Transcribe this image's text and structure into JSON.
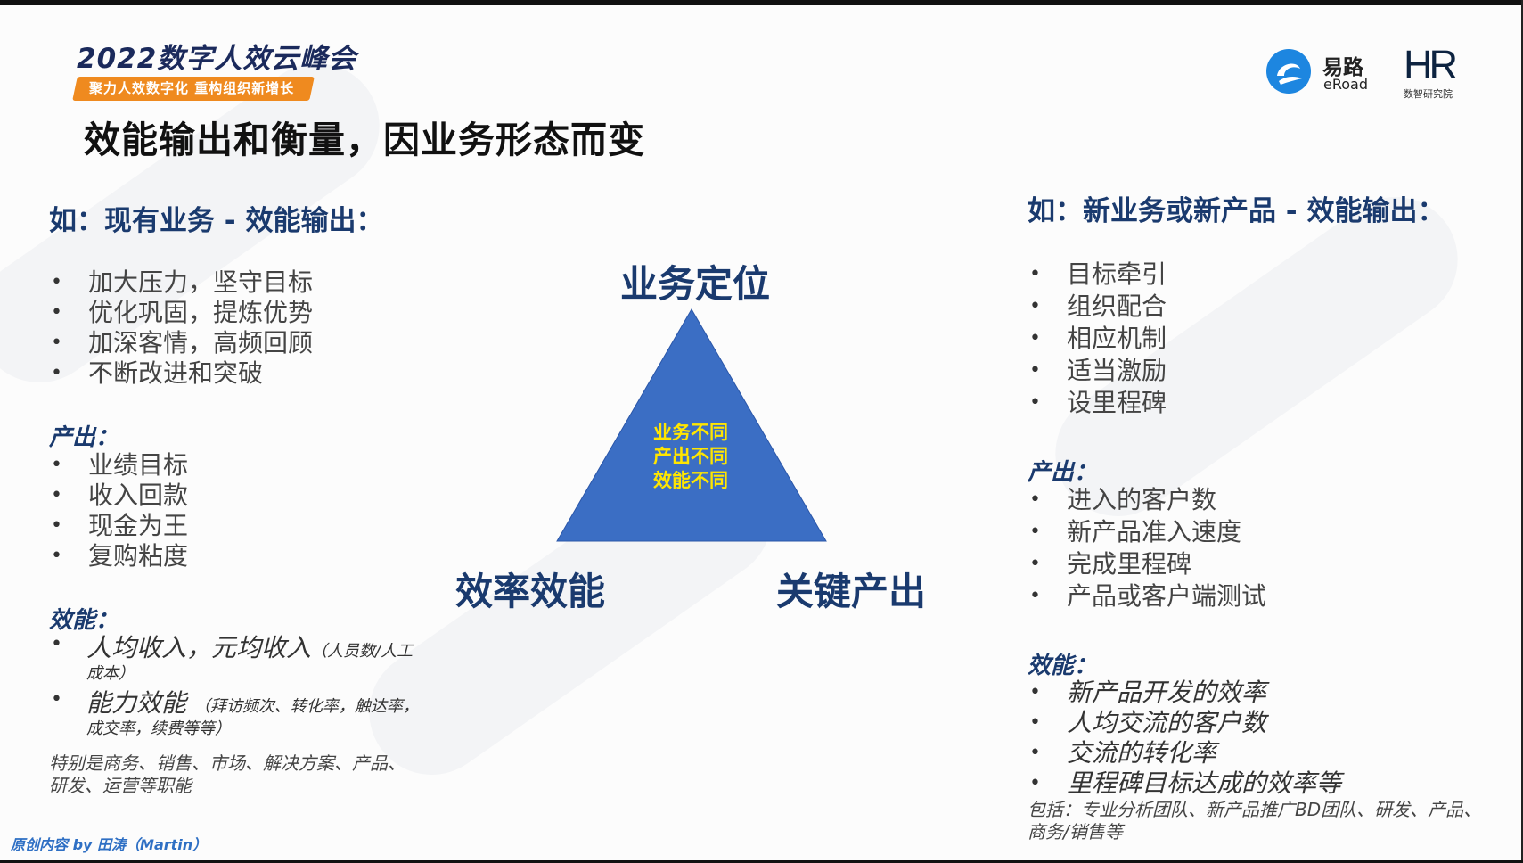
{
  "event": {
    "name": "2022数字人效云峰会",
    "tagline": "聚力人效数字化 重构组织新增长"
  },
  "title": "效能输出和衡量，因业务形态而变",
  "brand": {
    "eroad_cn": "易路",
    "eroad_en": "eRoad",
    "hr_mark": "HR",
    "hr_sub": "数智研究院"
  },
  "left": {
    "heading": "如：现有业务 - 效能输出：",
    "items": [
      "加大压力，坚守目标",
      "优化巩固，提炼优势",
      "加深客情，高频回顾",
      "不断改进和突破"
    ],
    "output_label": "产出：",
    "outputs": [
      "业绩目标",
      "收入回款",
      "现金为王",
      "复购粘度"
    ],
    "perf_label": "效能：",
    "perf": [
      {
        "main": "人均收入，元均收入",
        "note": "（人员数/人工成本）"
      },
      {
        "main": "能力效能 ",
        "note": "（拜访频次、转化率，触达率，成交率，续费等等）"
      }
    ],
    "note": "特别是商务、销售、市场、解决方案、产品、研发、运营等职能"
  },
  "diagram": {
    "top": "业务定位",
    "left": "效率效能",
    "right": "关键产出",
    "center": [
      "业务不同",
      "产出不同",
      "效能不同"
    ],
    "triangle_color": "#3b6ec4",
    "center_text_color": "#ffe600"
  },
  "right": {
    "heading": "如：新业务或新产品 - 效能输出：",
    "items": [
      "目标牵引",
      "组织配合",
      "相应机制",
      "适当激励",
      "设里程碑"
    ],
    "output_label": "产出：",
    "outputs": [
      "进入的客户数",
      "新产品准入速度",
      "完成里程碑",
      "产品或客户端测试"
    ],
    "perf_label": "效能：",
    "perf": [
      "新产品开发的效率",
      "人均交流的客户数",
      "交流的转化率",
      "里程碑目标达成的效率等"
    ],
    "note": "包括：专业分析团队、新产品推广BD团队、研发、产品、商务/销售等"
  },
  "credit": "原创内容 by 田涛（Martin）"
}
